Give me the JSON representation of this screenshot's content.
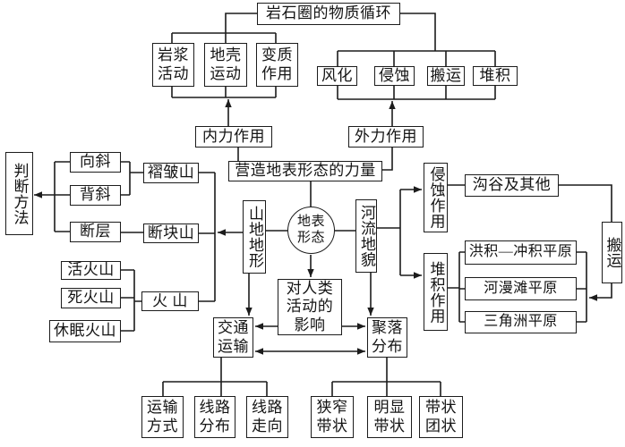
{
  "colors": {
    "line": "#1c1c1c",
    "text": "#141414",
    "background": "#ffffff"
  },
  "center": {
    "surface_form": "地表形态",
    "shaping_force": "营造地表形态的力量",
    "human_impact": "对人类活动的影响"
  },
  "forces": {
    "rock_cycle": "岩石圈的物质循环",
    "internal": {
      "label": "内力作用",
      "processes": {
        "magma": "岩浆活动",
        "crust": "地壳运动",
        "metamorphism": "变质作用"
      }
    },
    "external": {
      "label": "外力作用",
      "processes": {
        "weathering": "风化",
        "erosion": "侵蚀",
        "transport": "搬运",
        "deposition": "堆积"
      }
    }
  },
  "mountain": {
    "label": "山地地形",
    "judgment": "判断方法",
    "fold": {
      "label": "褶皱山",
      "syncline": "向斜",
      "anticline": "背斜"
    },
    "fault_block": {
      "label": "断块山",
      "fault": "断层"
    },
    "volcano": {
      "label": "火 山",
      "active": "活火山",
      "extinct": "死火山",
      "dormant": "休眠火山"
    }
  },
  "river": {
    "label": "河流地貌",
    "erosion": {
      "label": "侵蚀作用",
      "gully": "沟谷及其他"
    },
    "transport": "搬运",
    "deposition": {
      "label": "堆积作用",
      "plains": [
        "洪积—冲积平原",
        "河漫滩平原",
        "三角洲平原"
      ]
    }
  },
  "impact": {
    "traffic": {
      "label": "交通运输",
      "children": [
        "运输方式",
        "线路分布",
        "线路走向"
      ]
    },
    "settlement": {
      "label": "聚落分布",
      "children": [
        "狭窄带状",
        "明显带状",
        "带状团状"
      ]
    }
  }
}
